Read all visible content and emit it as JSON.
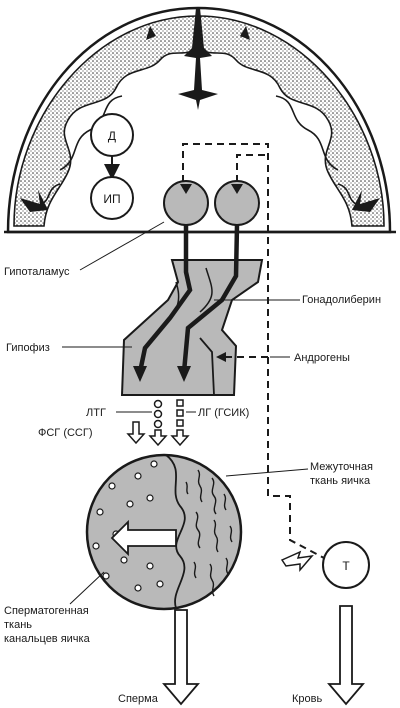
{
  "nodes": {
    "d": "Д",
    "ip": "ИП",
    "t": "Т"
  },
  "labels": {
    "hypothalamus": "Гипоталамус",
    "gonadoliberin": "Гонадолиберин",
    "pituitary": "Гипофиз",
    "androgens": "Андрогены",
    "ltg": "ЛТГ",
    "lg": "ЛГ (ГСИК)",
    "fsg": "ФСГ (ССГ)",
    "interstitial_1": "Межуточная",
    "interstitial_2": "ткань яичка",
    "spermatogenic_1": "Сперматогенная",
    "spermatogenic_2": "ткань",
    "spermatogenic_3": "канальцев яичка",
    "sperm": "Сперма",
    "blood": "Кровь"
  },
  "colors": {
    "ink": "#1a1a1a",
    "fill_gray": "#b9b9b9",
    "paper": "#ffffff"
  }
}
